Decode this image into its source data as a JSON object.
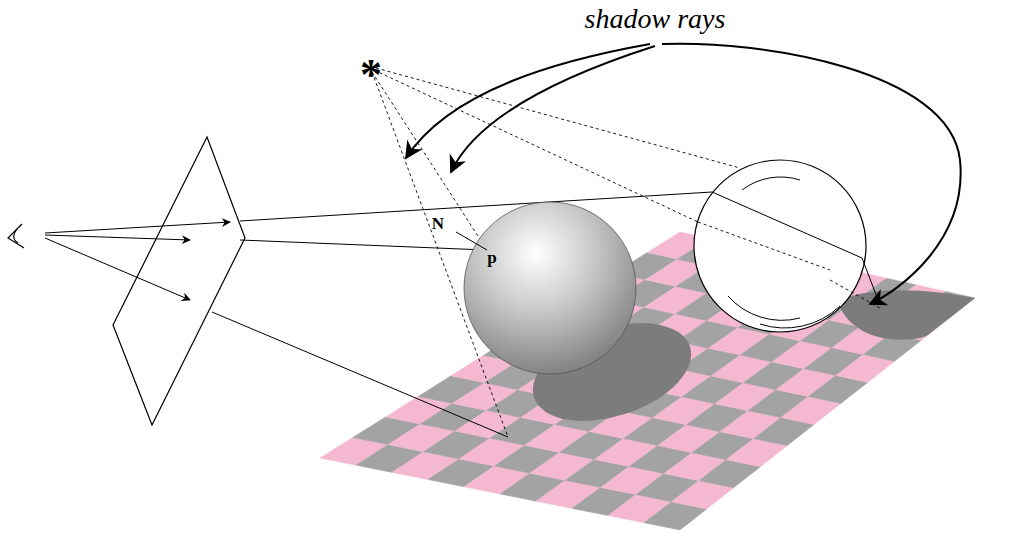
{
  "diagram": {
    "labels": [
      "shadow rays",
      "N",
      "p",
      "*"
    ]
  }
}
